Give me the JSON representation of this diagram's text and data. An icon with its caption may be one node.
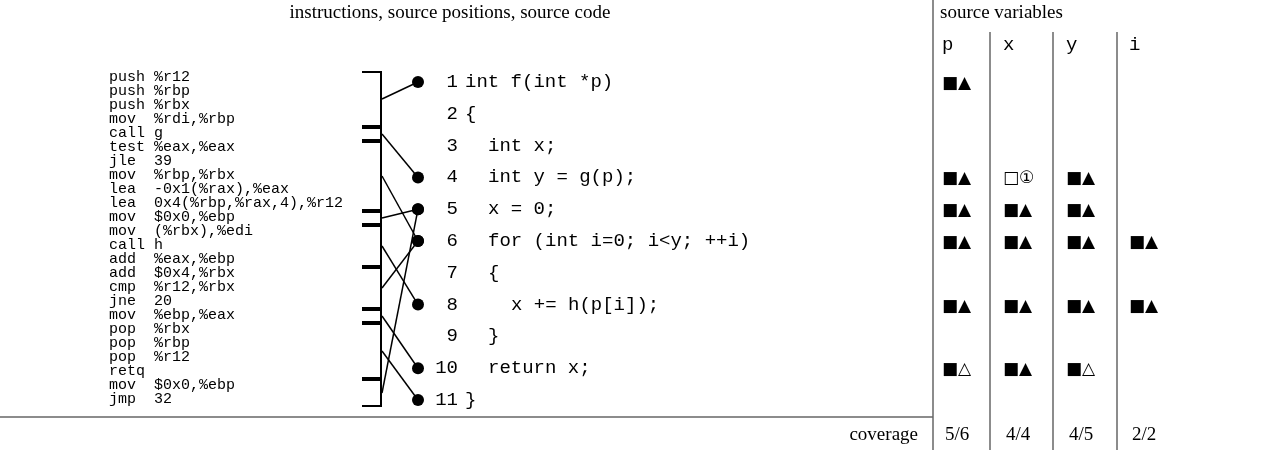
{
  "diagram": {
    "nodes": [
      {
        "text": [
          "push %r12",
          "push %rbp",
          "push %rbx",
          "mov  %rdi,%rbp"
        ]
      },
      {
        "text": [
          "call g"
        ]
      },
      {
        "text": [
          "test %eax,%eax",
          "jle  39",
          "mov  %rbp,%rbx",
          "lea  -0x1(%rax),%eax",
          "lea  0x4(%rbp,%rax,4),%r12"
        ]
      },
      {
        "text": [
          "mov  $0x0,%ebp"
        ]
      },
      {
        "text": [
          "mov  (%rbx),%edi",
          "call h",
          "add  %eax,%ebp"
        ]
      },
      {
        "text": [
          "add  $0x4,%rbx",
          "cmp  %r12,%rbx",
          "jne  20"
        ]
      },
      {
        "text": [
          "mov  %ebp,%eax"
        ]
      },
      {
        "text": [
          "pop  %rbx",
          "pop  %rbp",
          "pop  %r12",
          "retq"
        ]
      },
      {
        "text": [
          "mov  $0x0,%ebp",
          "jmp  32"
        ]
      },
      {
        "text": [
          "int f(int *p)"
        ],
        "beside": [
          "1"
        ]
      },
      {
        "text": [
          "{"
        ],
        "beside": [
          "2"
        ]
      },
      {
        "text": [
          "int x;"
        ],
        "beside": [
          "3"
        ]
      },
      {
        "text": [
          "int y = g(p);"
        ],
        "beside": [
          "4"
        ]
      },
      {
        "text": [
          "x = 0;"
        ],
        "beside": [
          "5"
        ]
      },
      {
        "text": [
          "for (int i=0; i<y; ++i)"
        ],
        "beside": [
          "6"
        ]
      },
      {
        "text": [
          "{"
        ],
        "beside": [
          "7"
        ]
      },
      {
        "text": [
          "x += h(p[i]);"
        ],
        "beside": [
          "8"
        ]
      },
      {
        "text": [
          "}"
        ],
        "beside": [
          "9"
        ]
      },
      {
        "text": [
          "return x;"
        ],
        "beside": [
          "10"
        ]
      },
      {
        "text": [
          "}"
        ],
        "beside": [
          "11"
        ]
      }
    ],
    "edges": [
      {
        "from": 0,
        "to": 9,
        "arrow": "other"
      },
      {
        "from": 1,
        "to": 12,
        "arrow": "other"
      },
      {
        "from": 2,
        "to": 14,
        "arrow": "other"
      },
      {
        "from": 3,
        "to": 13,
        "arrow": "other"
      },
      {
        "from": 4,
        "to": 16,
        "arrow": "other"
      },
      {
        "from": 5,
        "to": 14,
        "arrow": "other"
      },
      {
        "from": 6,
        "to": 18,
        "arrow": "other"
      },
      {
        "from": 7,
        "to": 19,
        "arrow": "other"
      },
      {
        "from": 8,
        "to": 13,
        "arrow": "other"
      }
    ],
    "labels": [
      "instructions, source positions, source code",
      "source variables",
      "p",
      "x",
      "y",
      "i",
      "■▲",
      "■▲",
      "□①",
      "■▲",
      "■▲",
      "■▲",
      "■▲",
      "■▲",
      "■▲",
      "■▲",
      "■▲",
      "■▲",
      "■▲",
      "■▲",
      "■▲",
      "■△",
      "■▲",
      "■△",
      "coverage",
      "5/6",
      "4/4",
      "4/5",
      "2/2"
    ]
  }
}
